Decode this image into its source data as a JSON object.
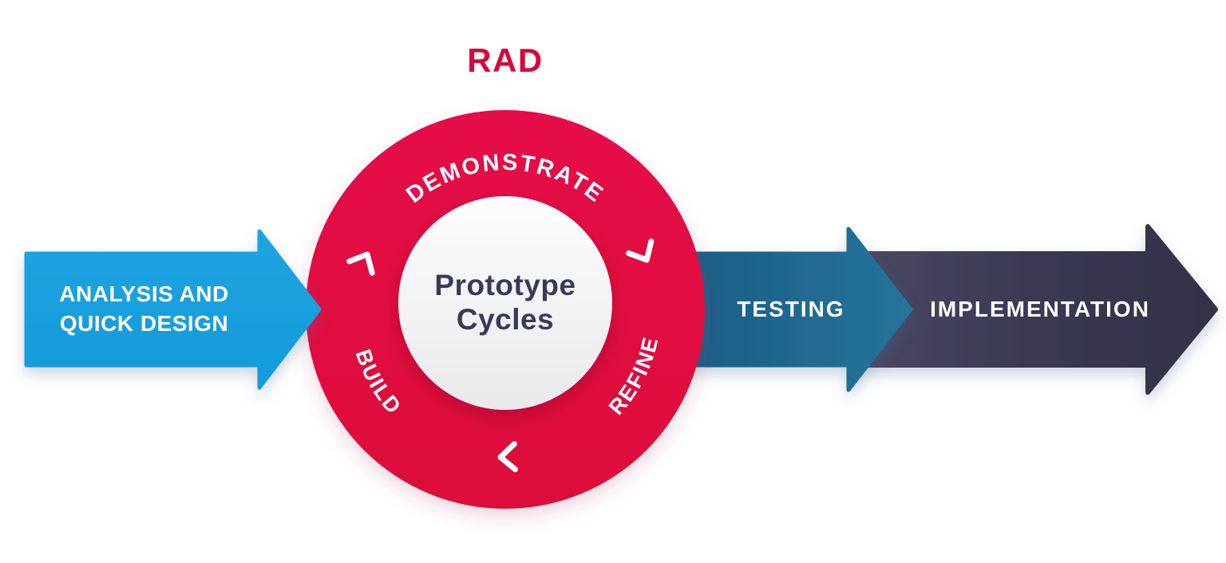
{
  "diagram": {
    "title": "RAD",
    "cycle": {
      "center": {
        "line1": "Prototype",
        "line2": "Cycles"
      },
      "stage_top": "DEMONSTRATE",
      "stage_right": "REFINE",
      "stage_left": "BUILD",
      "direction": "clockwise",
      "direction_icons": [
        "chevron-up-right-icon",
        "chevron-down-right-icon",
        "chevron-left-icon"
      ]
    },
    "flow_steps": {
      "analysis": {
        "line1": "ANALYSIS AND",
        "line2": "QUICK DESIGN"
      },
      "testing": {
        "label": "TESTING"
      },
      "implementation": {
        "label": "IMPLEMENTATION"
      }
    },
    "colors": {
      "title_red": "#D7093A",
      "ring_red": "#E20E41",
      "inner_circle_white": "#F4F4F6",
      "center_text_navy": "#3A3A57",
      "analysis_blue": "#18A0DF",
      "testing_teal": "#216C93",
      "implementation_navy": "#3B3954",
      "label_white": "#FFFFFF"
    }
  }
}
